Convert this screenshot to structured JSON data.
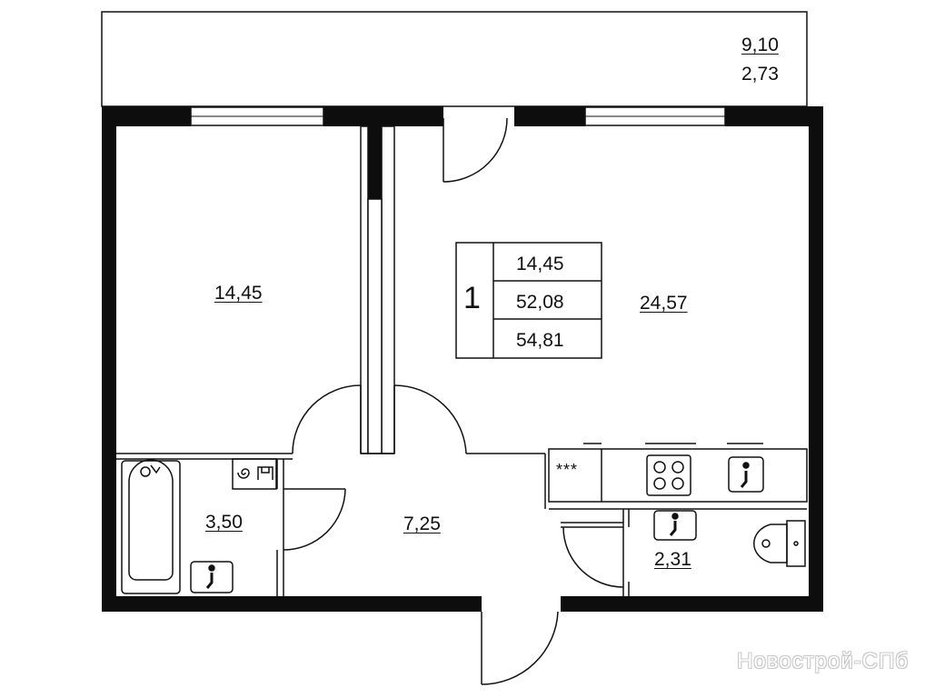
{
  "balcony": {
    "area": "9,10",
    "area_reduced": "2,73"
  },
  "rooms": {
    "bedroom": "14,45",
    "living_kitchen": "24,57",
    "bathroom": "3,50",
    "hallway": "7,25",
    "toilet": "2,31"
  },
  "summary": {
    "rooms_count": "1",
    "living_area": "14,45",
    "total_area": "52,08",
    "total_with_balcony": "54,81"
  },
  "stove_symbol": "***",
  "watermark": "Новострой-СПб"
}
